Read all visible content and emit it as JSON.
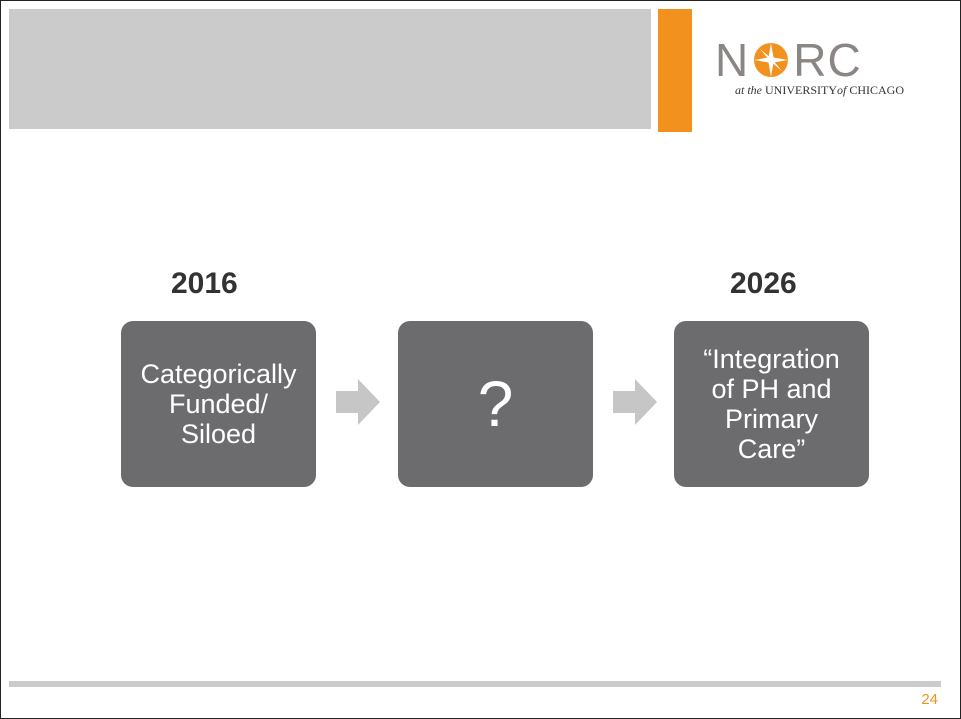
{
  "logo": {
    "letter_n": "N",
    "letters_rc": "RC",
    "sub_at_the": "at the",
    "sub_university": "UNIVERSITY",
    "sub_of": "of",
    "sub_chicago": "CHICAGO"
  },
  "years": {
    "start": "2016",
    "end": "2026"
  },
  "steps": [
    {
      "lines": [
        "Categorically",
        "Funded/",
        "Siloed"
      ]
    },
    {
      "lines": [
        "?"
      ]
    },
    {
      "lines": [
        "“Integration",
        "of PH and",
        "Primary",
        "Care”"
      ]
    }
  ],
  "page_number": "24",
  "colors": {
    "header_gray": "#cbcbcb",
    "accent_orange": "#f2911e",
    "box_gray": "#6c6c6f",
    "arrow_gray": "#c6c6c6"
  }
}
